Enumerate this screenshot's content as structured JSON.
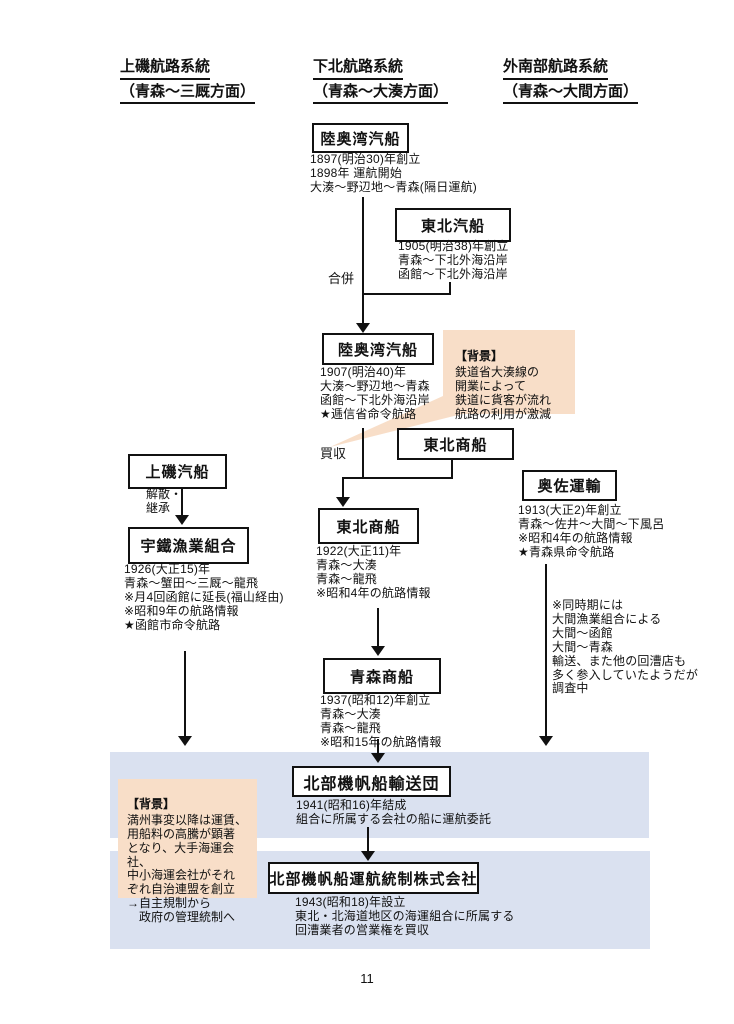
{
  "page": {
    "number": "11"
  },
  "headers": [
    {
      "title": "上磯航路系統",
      "subtitle": "（青森～三厩方面）"
    },
    {
      "title": "下北航路系統",
      "subtitle": "（青森～大湊方面）"
    },
    {
      "title": "外南部航路系統",
      "subtitle": "（青森～大間方面）"
    }
  ],
  "nodes": {
    "mutsuwan1": {
      "title": "陸奥湾汽船",
      "details": "1897(明治30)年創立\n1898年 運航開始\n大湊～野辺地～青森(隔日運航)"
    },
    "tohoku_kisen": {
      "title": "東北汽船",
      "details": "1905(明治38)年創立\n青森～下北外海沿岸\n函館～下北外海沿岸"
    },
    "mutsuwan2": {
      "title": "陸奥湾汽船",
      "details": "1907(明治40)年\n大湊～野辺地～青森\n函館～下北外海沿岸\n★逓信省命令航路"
    },
    "tohoku_shosen1": {
      "title": "東北商船"
    },
    "tohoku_shosen2": {
      "title": "東北商船",
      "details": "1922(大正11)年\n青森～大湊\n青森～龍飛\n※昭和4年の航路情報"
    },
    "aomori_shosen": {
      "title": "青森商船",
      "details": "1937(昭和12)年創立\n青森～大湊\n青森～龍飛\n※昭和15年の航路情報"
    },
    "kamiiso": {
      "title": "上磯汽船"
    },
    "utetsu": {
      "title": "宇鐵漁業組合",
      "details": "1926(大正15)年\n青森～蟹田～三厩～龍飛\n※月4回函館に延長(福山経由)\n※昭和9年の航路情報\n★函館市命令航路"
    },
    "okusa": {
      "title": "奥佐運輸",
      "details": "1913(大正2)年創立\n青森～佐井～大間～下風呂\n※昭和4年の航路情報\n★青森県命令航路"
    },
    "yusodan": {
      "title": "北部機帆船輸送団",
      "details": "1941(昭和16)年結成\n組合に所属する会社の船に運航委託"
    },
    "tosei": {
      "title": "北部機帆船運航統制株式会社",
      "details": "1943(昭和18)年設立\n東北・北海道地区の海運組合に所属する\n回漕業者の営業権を買収"
    }
  },
  "edge_labels": {
    "gappei": "合併",
    "baishu": "買収",
    "kaisan_keisho": "解散・\n継承"
  },
  "callouts": {
    "railway": {
      "heading": "【背景】",
      "body": "鉄道省大湊線の\n開業によって\n鉄道に貨客が流れ\n航路の利用が激減"
    },
    "manshu": {
      "heading": "【背景】",
      "body": "満州事変以降は運賃、\n用船料の高騰が顕著\nとなり、大手海運会社、\n中小海運会社がそれ\nぞれ自治連盟を創立\n→自主規制から\n　政府の管理統制へ"
    }
  },
  "notes": {
    "oma": "※同時期には\n大間漁業組合による\n大間～函館\n大間～青森\n輸送、また他の回漕店も\n多く参入していたようだが\n調査中"
  },
  "colors": {
    "callout_bg": "#f8dec8",
    "band_bg": "#dae1f0",
    "line": "#111111"
  }
}
